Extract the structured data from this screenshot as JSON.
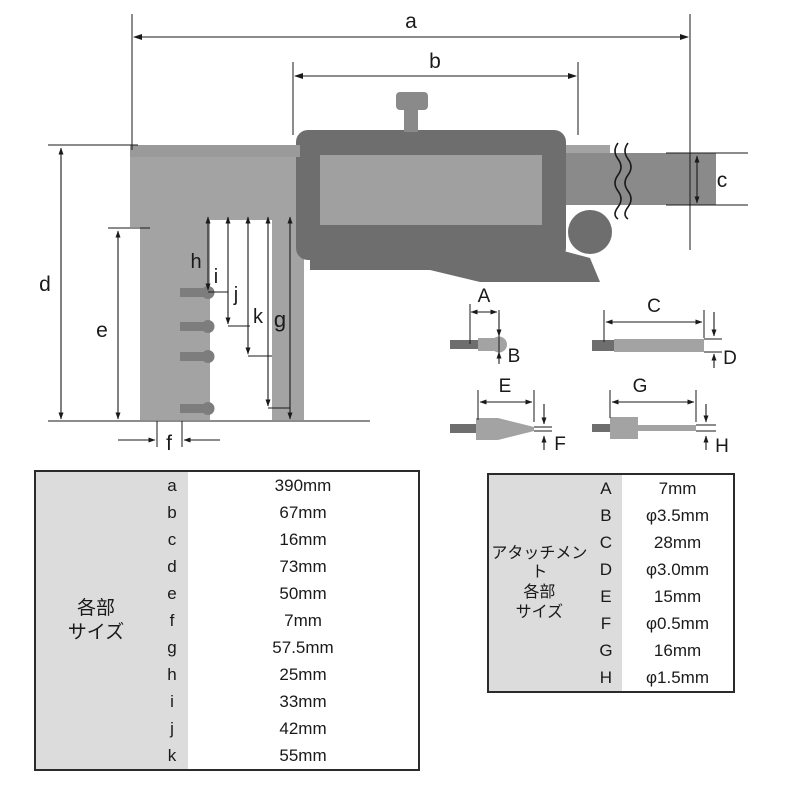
{
  "diagram": {
    "title": "digital-caliper-dimension-drawing",
    "colors": {
      "body_dark": "#6e6e6e",
      "beam_light": "#a3a3a3",
      "display_screen": "#a0a0a0",
      "line": "#1a1a1a",
      "table_header_fill": "#dcdcdc",
      "table_border": "#2b2b2b"
    },
    "main_labels": [
      {
        "id": "a",
        "text": "a"
      },
      {
        "id": "b",
        "text": "b"
      },
      {
        "id": "c",
        "text": "c"
      },
      {
        "id": "d",
        "text": "d"
      },
      {
        "id": "e",
        "text": "e"
      },
      {
        "id": "f",
        "text": "f"
      },
      {
        "id": "g",
        "text": "g"
      },
      {
        "id": "h",
        "text": "h"
      },
      {
        "id": "i",
        "text": "i"
      },
      {
        "id": "j",
        "text": "j"
      },
      {
        "id": "k",
        "text": "k"
      }
    ],
    "attachment_labels": [
      {
        "id": "A",
        "text": "A"
      },
      {
        "id": "B",
        "text": "B"
      },
      {
        "id": "C",
        "text": "C"
      },
      {
        "id": "D",
        "text": "D"
      },
      {
        "id": "E",
        "text": "E"
      },
      {
        "id": "F",
        "text": "F"
      },
      {
        "id": "G",
        "text": "G"
      },
      {
        "id": "H",
        "text": "H"
      }
    ]
  },
  "table_main": {
    "header_line1": "各部",
    "header_line2": "サイズ",
    "rows": [
      {
        "key": "a",
        "value": "390mm"
      },
      {
        "key": "b",
        "value": "67mm"
      },
      {
        "key": "c",
        "value": "16mm"
      },
      {
        "key": "d",
        "value": "73mm"
      },
      {
        "key": "e",
        "value": "50mm"
      },
      {
        "key": "f",
        "value": "7mm"
      },
      {
        "key": "g",
        "value": "57.5mm"
      },
      {
        "key": "h",
        "value": "25mm"
      },
      {
        "key": "i",
        "value": "33mm"
      },
      {
        "key": "j",
        "value": "42mm"
      },
      {
        "key": "k",
        "value": "55mm"
      }
    ]
  },
  "table_attach": {
    "header_line1": "アタッチメント",
    "header_line2": "各部",
    "header_line3": "サイズ",
    "rows": [
      {
        "key": "A",
        "value": "7mm"
      },
      {
        "key": "B",
        "value": "φ3.5mm"
      },
      {
        "key": "C",
        "value": "28mm"
      },
      {
        "key": "D",
        "value": "φ3.0mm"
      },
      {
        "key": "E",
        "value": "15mm"
      },
      {
        "key": "F",
        "value": "φ0.5mm"
      },
      {
        "key": "G",
        "value": "16mm"
      },
      {
        "key": "H",
        "value": "φ1.5mm"
      }
    ]
  }
}
